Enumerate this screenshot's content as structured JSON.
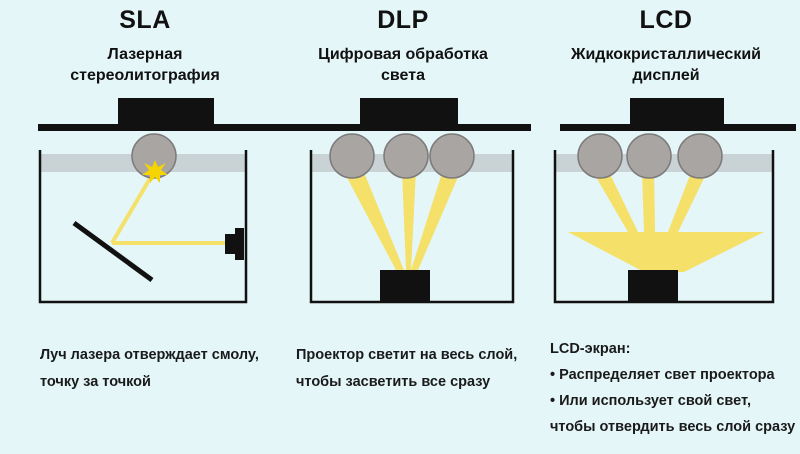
{
  "columns": [
    {
      "key": "sla",
      "title": "SLA",
      "subtitle_lines": [
        "Лазерная",
        "стереолитография"
      ],
      "desc_lines": [
        "Луч лазера отверждает смолу,",
        "точку за точкой"
      ]
    },
    {
      "key": "dlp",
      "title": "DLP",
      "subtitle_lines": [
        "Цифровая обработка",
        "света"
      ],
      "desc_lines": [
        "Проектор светит на весь слой,",
        "чтобы засветить все сразу"
      ]
    },
    {
      "key": "lcd",
      "title": "LCD",
      "subtitle_lines": [
        "Жидкокристаллический",
        "дисплей"
      ],
      "desc_lines": [
        "LCD-экран:",
        "• Распределяет свет проектора",
        "• Или использует свой свет,",
        "чтобы отвердить весь слой сразу"
      ]
    }
  ],
  "colors": {
    "background": "#e4f6f8",
    "outline": "#111111",
    "light_beam": "#f5e06a",
    "resin_band": "#c9d3d6",
    "sphere": "#a9a5a3",
    "sphere_stroke": "#7d7b7a"
  },
  "icons": [
    "build-plate-icon",
    "laser-emitter-icon",
    "mirror-icon",
    "projector-icon",
    "flash-icon"
  ]
}
